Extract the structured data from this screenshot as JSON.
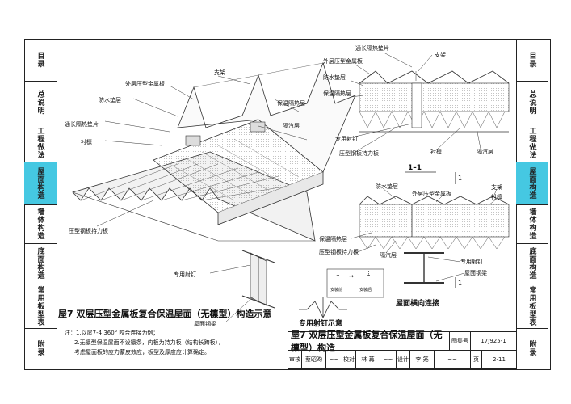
{
  "sidebar_left": [
    "目录",
    "总说明",
    "工程做法",
    "屋面构造",
    "墙体构造",
    "底面构造",
    "常用板型表",
    "附录"
  ],
  "sidebar_right": [
    "目录",
    "总说明",
    "工程做法",
    "屋面构造",
    "墙体构造",
    "底面构造",
    "常用板型表",
    "附录"
  ],
  "active_index": 3,
  "main_diagram_labels": {
    "outer_sheet": "外层压型金属板",
    "bracket": "支架",
    "waterproof": "防水垫层",
    "insulation": "保温隔热层",
    "long_strip": "通长隔热垫片",
    "purlin": "衬檩",
    "vapor": "隔汽层",
    "deck": "压型钢板持力板",
    "screw": "专用射钉",
    "steel_beam": "屋面钢梁"
  },
  "section_11": {
    "long_strip": "通长隔热垫片",
    "bracket": "支架",
    "outer_sheet": "外层压型金属板",
    "waterproof": "防水垫层",
    "insulation": "保温隔热层",
    "purlin": "衬檩",
    "vapor": "隔汽层",
    "screw": "专用射钉",
    "deck": "压型钢板持力板",
    "label": "1–1"
  },
  "section_transverse": {
    "waterproof": "防水垫层",
    "outer_sheet": "外层压型金属板",
    "bracket": "支架",
    "purlin": "衬檩",
    "insulation": "保温隔热层",
    "vapor": "隔汽层",
    "deck": "压型钢板持力板",
    "screw": "专用射钉",
    "steel_beam": "屋面钢梁",
    "label": "屋面横向连接",
    "cut_mark": "1"
  },
  "screw_detail": {
    "before": "安装前",
    "after": "安装后",
    "label": "专用射钉示意"
  },
  "main_title": "屋7  双层压型金属板复合保温屋面（无檩型）构造示意",
  "notes": [
    "注：1.以屋7-4 360° 咬合连接为例；",
    "2.无檩型保温屋面不设檩条，内板为持力板（结构长跨板），",
    "考虑屋面板的应力蒙皮效应，板型及厚度应计算确定。"
  ],
  "title_block": {
    "title": "屋7  双层压型金属板复合保温屋面（无檩型）构造",
    "set_label": "图集号",
    "set_value": "17J925-1",
    "review_label": "审核",
    "review_name": "蔡昭昀",
    "check_label": "校对",
    "check_name": "林 苒",
    "design_label": "设计",
    "design_name": "李 笼",
    "page_label": "页",
    "page_value": "2-11"
  }
}
